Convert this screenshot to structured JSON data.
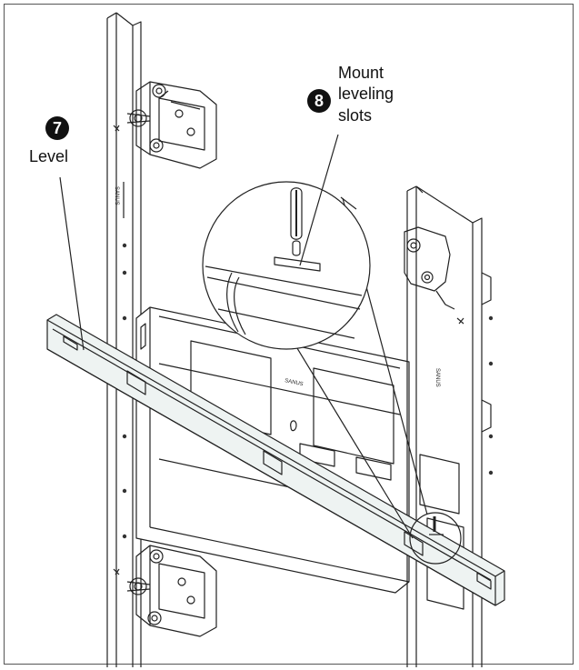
{
  "callouts": {
    "level": {
      "number": "7",
      "label": "Level"
    },
    "mount_leveling_slots": {
      "number": "8",
      "label_lines": [
        "Mount",
        "leveling",
        "slots"
      ]
    }
  },
  "colors": {
    "line": "#222222",
    "hole": "#333333",
    "level_tint": "#eef3f2",
    "frame": "#555555"
  }
}
